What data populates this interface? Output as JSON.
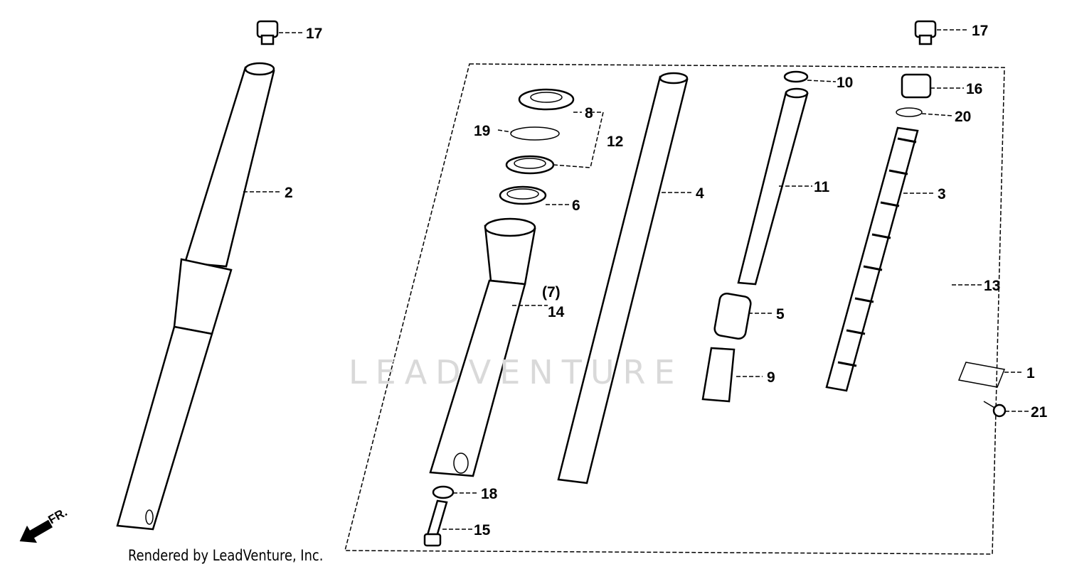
{
  "watermark": "LEADVENTURE",
  "credit": "Rendered by LeadVenture, Inc.",
  "direction_indicator": "FR.",
  "callouts": {
    "c17a": "17",
    "c17b": "17",
    "c2": "2",
    "c8": "8",
    "c19": "19",
    "c12": "12",
    "c6": "6",
    "c4": "4",
    "c10": "10",
    "c11": "11",
    "c16": "16",
    "c20": "20",
    "c3": "3",
    "c7": "(7)",
    "c14": "14",
    "c5": "5",
    "c9": "9",
    "c13": "13",
    "c1": "1",
    "c21": "21",
    "c18": "18",
    "c15": "15"
  }
}
